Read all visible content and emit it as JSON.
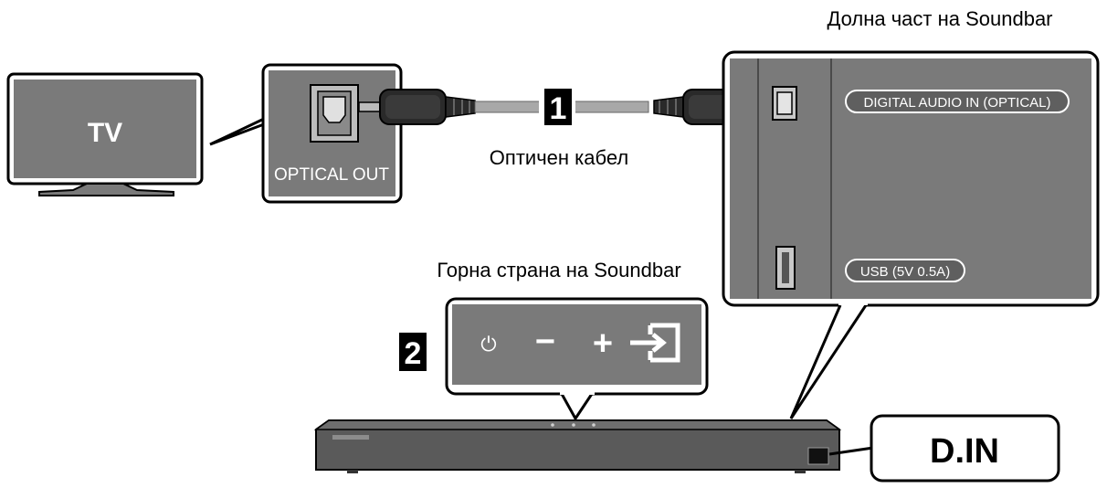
{
  "tv": {
    "label": "TV",
    "port_label": "OPTICAL OUT"
  },
  "cable": {
    "step": "1",
    "label": "Оптичен кабел"
  },
  "soundbar_bottom": {
    "title": "Долна част на Soundbar",
    "optical_port_label": "DIGITAL AUDIO IN (OPTICAL)",
    "usb_port_label": "USB (5V 0.5A)"
  },
  "soundbar_top": {
    "title": "Горна страна на Soundbar",
    "step": "2",
    "buttons": [
      {
        "name": "power",
        "icon": "power-icon",
        "glyph": "⏻"
      },
      {
        "name": "volume-down",
        "icon": "minus-icon",
        "glyph": "−"
      },
      {
        "name": "volume-up",
        "icon": "plus-icon",
        "glyph": "+"
      },
      {
        "name": "source",
        "icon": "source-input-icon"
      }
    ]
  },
  "display": {
    "mode": "D.IN"
  },
  "colors": {
    "panel": "#7a7a7a",
    "panel_dark": "#6b6b6b",
    "outline": "#000000",
    "bar": "#5a5a5a",
    "cable": "#9a9a9a"
  }
}
